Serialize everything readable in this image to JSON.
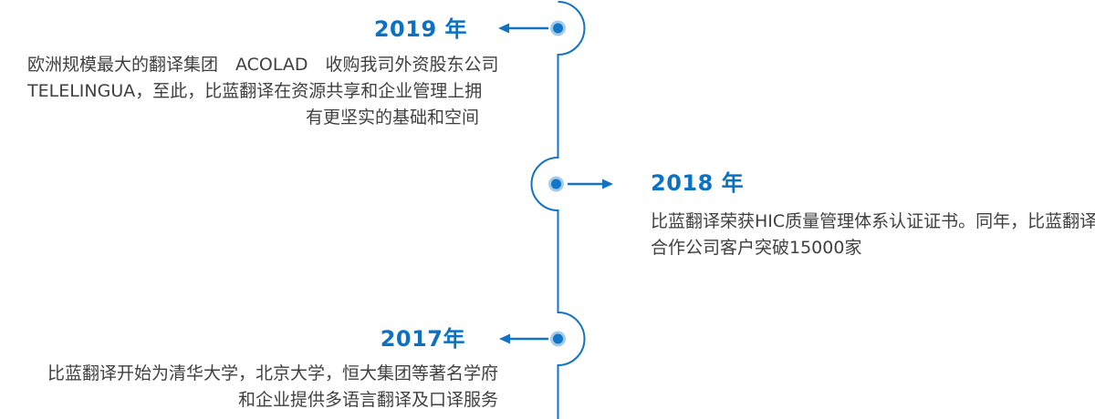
{
  "colors": {
    "accent_blue": "#0b72c3",
    "line_blue": "#1273c4",
    "dot_inner_blue": "#1276c8",
    "dot_halo_blue": "#a6cbe9",
    "body_text": "#404040",
    "background": "#ffffff"
  },
  "timeline": {
    "events": [
      {
        "year": "2019 年",
        "side": "left",
        "lines": [
          "欧洲规模最大的翻译集团　ACOLAD　收购我司外资股东公司",
          "TELELINGUA，至此，比蓝翻译在资源共享和企业管理上拥",
          "有更坚实的基础和空间"
        ]
      },
      {
        "year": "2018 年",
        "side": "right",
        "lines": [
          "比蓝翻译荣获HIC质量管理体系认证证书。同年，比蓝翻译",
          "合作公司客户突破15000家"
        ]
      },
      {
        "year": "2017年",
        "side": "left",
        "lines": [
          "比蓝翻译开始为清华大学，北京大学，恒大集团等著名学府",
          "和企业提供多语言翻译及口译服务"
        ]
      }
    ]
  }
}
